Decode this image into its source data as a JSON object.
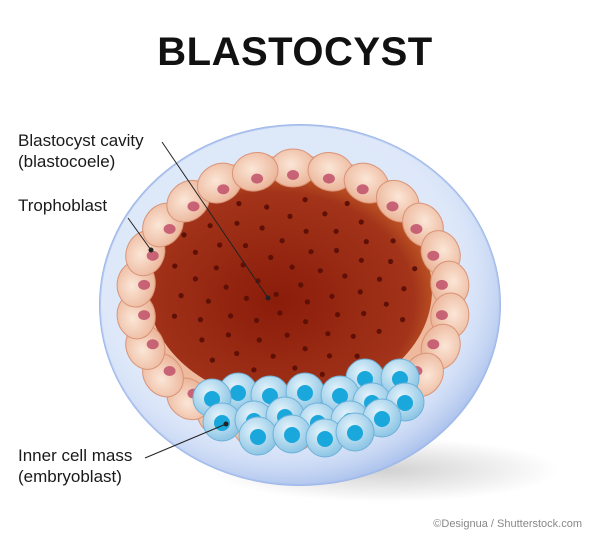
{
  "title": "BLASTOCYST",
  "labels": {
    "cavity": {
      "line1": "Blastocyst cavity",
      "line2": "(blastocoele)"
    },
    "trophoblast": {
      "line1": "Trophoblast"
    },
    "inner_cell_mass": {
      "line1": "Inner cell mass",
      "line2": "(embryoblast)"
    }
  },
  "credit": "©Designua / Shutterstock.com",
  "colors": {
    "zona": "#c8d8f5",
    "trophoblast_cell": "#f3cdb6",
    "trophoblast_nucleus": "#c0506a",
    "cavity": "#8e2410",
    "inner_cell": "#9fd0ea",
    "inner_nucleus": "#1aa7dc",
    "leader_line": "#222222"
  },
  "icons": [
    "blastocyst-illustration"
  ]
}
